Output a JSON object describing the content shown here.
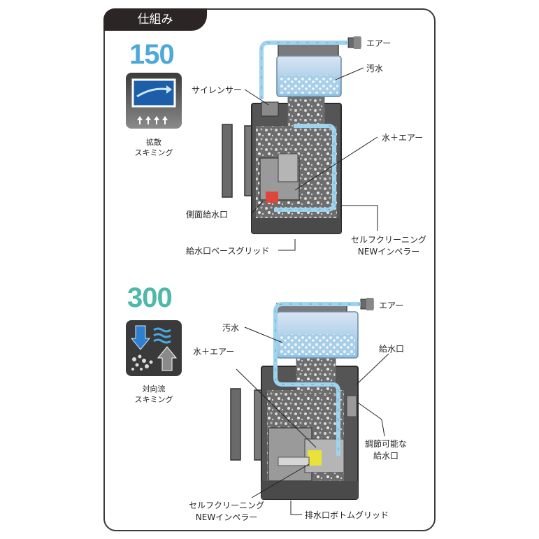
{
  "header": {
    "tab_title": "仕組み"
  },
  "sections": [
    {
      "model": "150",
      "method_caption_line1": "拡散",
      "method_caption_line2": "スキミング",
      "labels": {
        "air": "エアー",
        "dirty_water": "汚水",
        "silencer": "サイレンサー",
        "water_air": "水＋エアー",
        "side_inlet": "側面給水口",
        "impeller_line1": "セルフクリーニング",
        "impeller_line2": "NEWインペラー",
        "base_grid": "給水口ベースグリッド"
      }
    },
    {
      "model": "300",
      "method_caption_line1": "対向流",
      "method_caption_line2": "スキミング",
      "labels": {
        "air": "エアー",
        "dirty_water": "汚水",
        "water_air": "水＋エアー",
        "inlet": "給水口",
        "adjustable_line1": "調節可能な",
        "adjustable_line2": "給水口",
        "impeller_line1": "セルフクリーニング",
        "impeller_line2": "NEWインペラー",
        "bottom_grid": "排水口ボトムグリッド"
      }
    }
  ],
  "colors": {
    "tab_bg": "#2b2526",
    "model_150": "#4ea9d9",
    "model_300": "#4fb9a9",
    "flow_blue": "#9fd3ee",
    "body_gray": "#6e6e6e",
    "impeller_red": "#e0453a",
    "impeller_yellow": "#e8e23a"
  }
}
